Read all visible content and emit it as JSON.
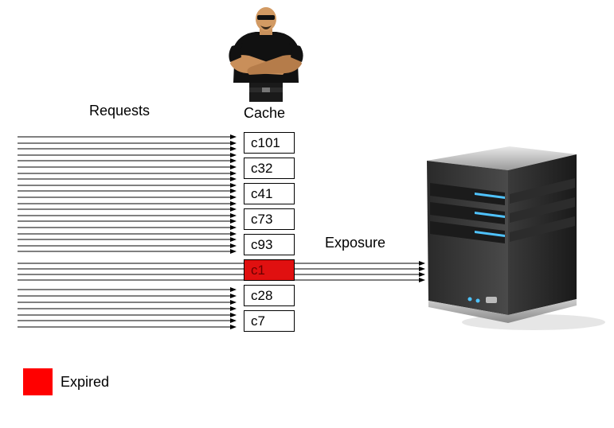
{
  "labels": {
    "requests": "Requests",
    "cache": "Cache",
    "exposure": "Exposure"
  },
  "cache_entries": [
    {
      "id": "c101",
      "status": "cached"
    },
    {
      "id": "c32",
      "status": "cached"
    },
    {
      "id": "c41",
      "status": "cached"
    },
    {
      "id": "c73",
      "status": "cached"
    },
    {
      "id": "c93",
      "status": "cached"
    },
    {
      "id": "c1",
      "status": "expired"
    },
    {
      "id": "c28",
      "status": "cached"
    },
    {
      "id": "c7",
      "status": "cached"
    }
  ],
  "legend": {
    "expired_label": "Expired",
    "expired_color": "#ff0000"
  },
  "icons": {
    "guard": "bouncer-guard-icon",
    "server": "server-tower-icon"
  }
}
